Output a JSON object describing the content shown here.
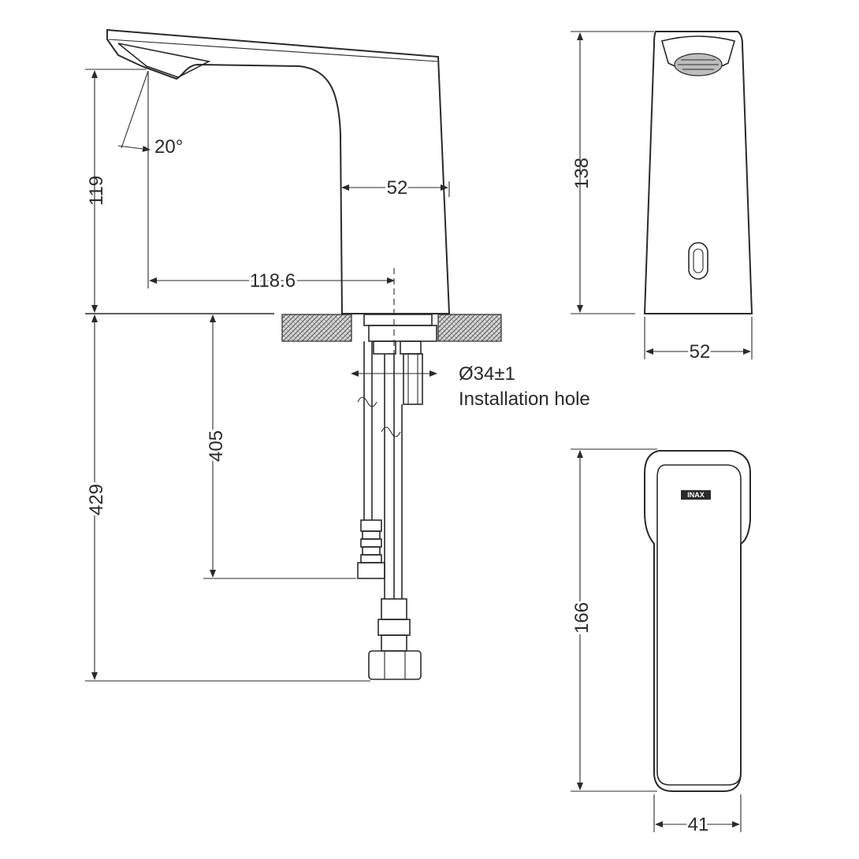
{
  "side_view": {
    "dims": {
      "spout_height": "119",
      "spout_angle": "20°",
      "body_width": "52",
      "spout_reach": "118.6",
      "hose_length": "405",
      "total_below_deck": "429"
    },
    "installation_hole": {
      "diameter": "Ø34±1",
      "label": "Installation hole"
    }
  },
  "front_view": {
    "dims": {
      "height": "138",
      "width": "52"
    }
  },
  "top_view": {
    "dims": {
      "length": "166",
      "width": "41"
    },
    "logo": "INAX"
  },
  "colors": {
    "line": "#2a2a2a",
    "hatch": "#6a6a6a",
    "background": "#ffffff"
  }
}
